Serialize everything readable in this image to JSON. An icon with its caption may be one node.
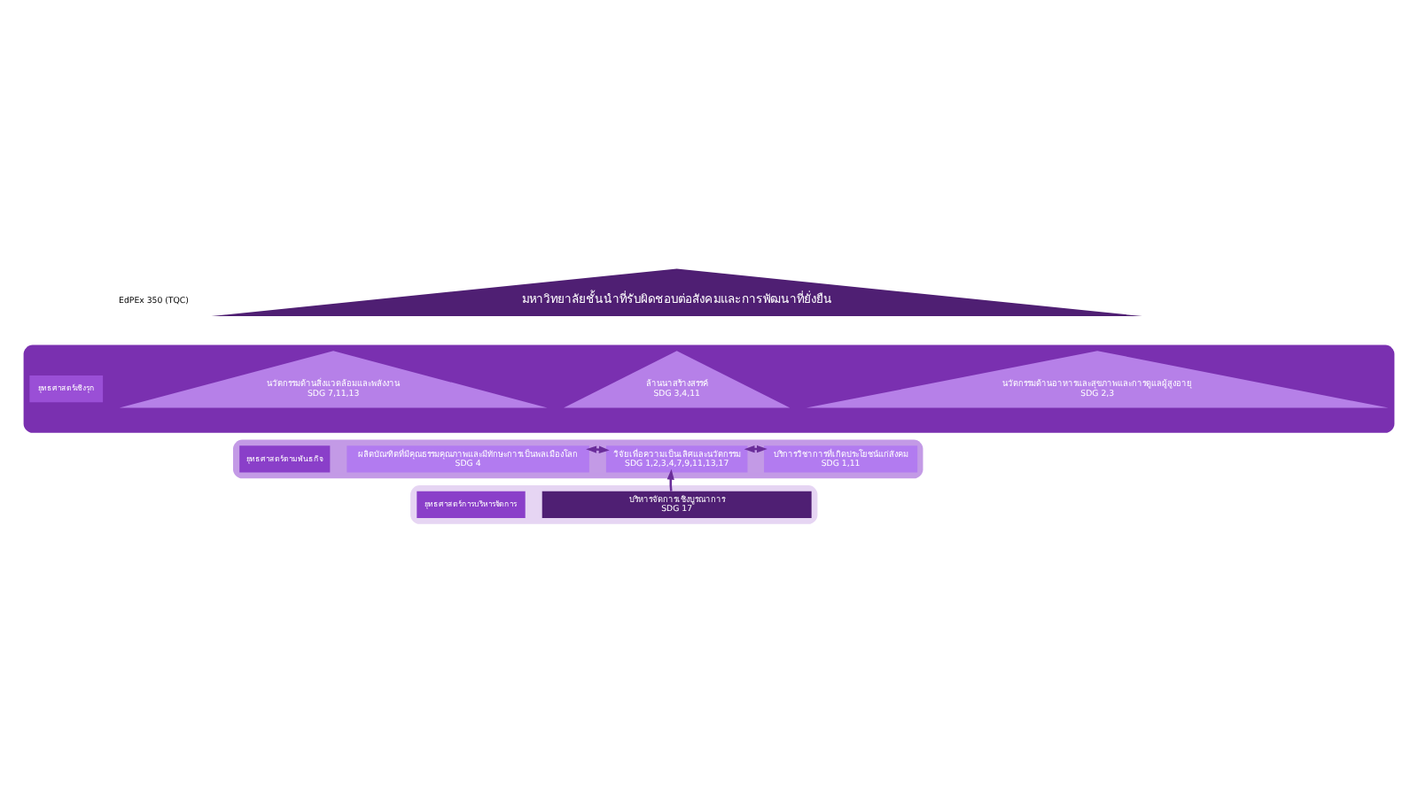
{
  "diagram": {
    "nodes": [
      {
        "text": [
          "มหาวิทยาลัยชั้นนำที่รับผิดชอบต่อสังคมและการพัฒนาที่ยั่งยืน"
        ],
        "beside": [
          "EdPEx 350 (TQC)"
        ]
      },
      {
        "text": [],
        "shape": "band"
      },
      {
        "text": [
          "ยุทธศาสตร์เชิงรุก"
        ],
        "in": 1
      },
      {
        "text": [
          "นวัตกรรมด้านสิ่งแวดล้อมและพลังงาน",
          "SDG 7,11,13"
        ],
        "in": 1
      },
      {
        "text": [
          "ล้านนาสร้างสรรค์",
          "SDG 3,4,11"
        ],
        "in": 1
      },
      {
        "text": [
          "นวัตกรรมด้านอาหารและสุขภาพและการดูแลผู้สูงอายุ",
          "SDG 2,3"
        ],
        "in": 1
      },
      {
        "text": [],
        "shape": "band"
      },
      {
        "text": [
          "ยุทธศาสตร์ตามพันธกิจ"
        ],
        "in": 6
      },
      {
        "text": [
          "ผลิตบัณฑิตที่มีคุณธรรมคุณภาพและมีทักษะการเป็นพลเมืองโลก",
          "SDG 4"
        ],
        "in": 6
      },
      {
        "text": [
          "วิจัยเพื่อความเป็นเลิศและนวัตกรรม",
          "SDG 1,2,3,4,7,9,11,13,17"
        ],
        "in": 6
      },
      {
        "text": [
          "บริการวิชาการที่เกิดประโยชน์แก่สังคม",
          "SDG 1,11"
        ],
        "in": 6
      },
      {
        "text": [],
        "shape": "band"
      },
      {
        "text": [
          "ยุทธศาสตร์การบริหารจัดการ"
        ],
        "in": 11
      },
      {
        "text": [
          "บริหารจัดการเชิงบูรณาการ",
          "SDG 17"
        ],
        "in": 11
      }
    ],
    "edges": [
      {
        "from": 8,
        "to": 9,
        "arrow": "both"
      },
      {
        "from": 9,
        "to": 10,
        "arrow": "both"
      },
      {
        "from": 13,
        "to": 9,
        "arrow": "to"
      }
    ]
  }
}
